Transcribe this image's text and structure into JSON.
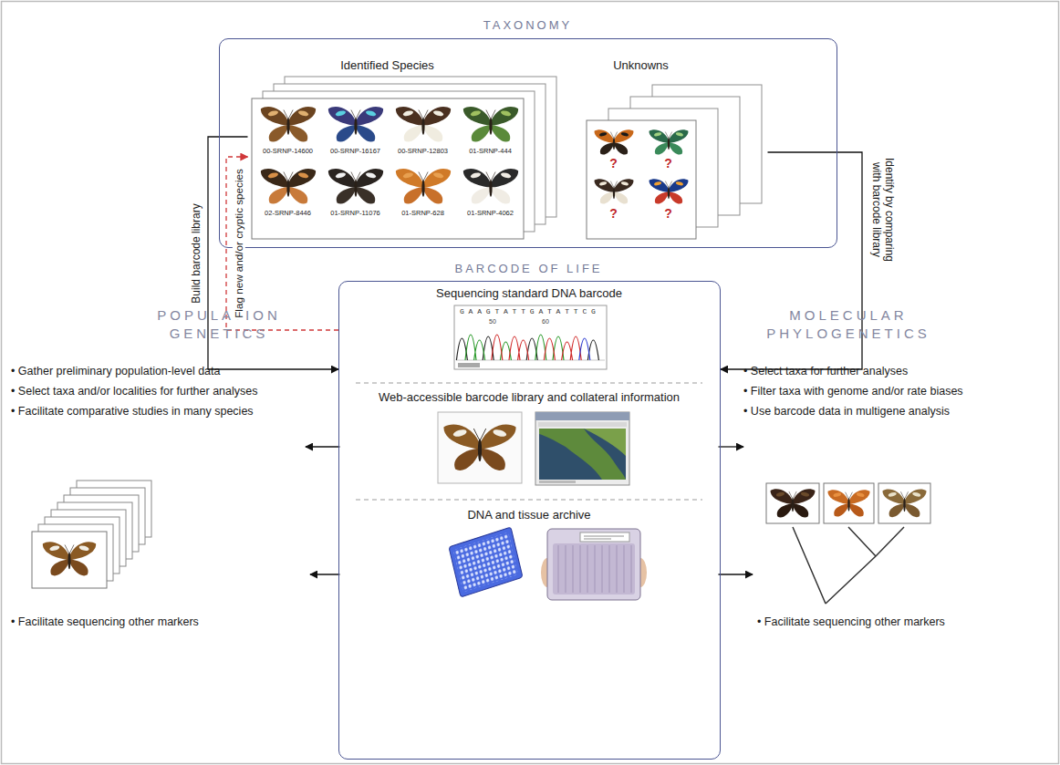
{
  "diagram": {
    "nodes": [
      {
        "text": [
          "TAXONOMY"
        ]
      },
      {
        "text": [
          "Identified Species",
          "00-SRNP-14600",
          "00-SRNP-16167",
          "00-SRNP-12803",
          "01-SRNP-444",
          "02-SRNP-8446",
          "01-SRNP-11076",
          "01-SRNP-628",
          "01-SRNP-4062"
        ],
        "in": 0
      },
      {
        "text": [
          "Unknowns",
          "?",
          "?",
          "?",
          "?"
        ],
        "in": 0
      },
      {
        "text": [
          "BARCODE OF LIFE"
        ]
      },
      {
        "text": [
          "Sequencing standard DNA barcode"
        ],
        "in": 3
      },
      {
        "text": [
          "Web-accessible barcode library and collateral information"
        ],
        "in": 3
      },
      {
        "text": [
          "DNA and tissue archive"
        ],
        "in": 3
      },
      {
        "text": [
          "POPULATION GENETICS",
          "• Gather preliminary population-level data",
          "• Select taxa and/or localities for further analyses",
          "• Facilitate comparative studies in many species"
        ]
      },
      {
        "text": [
          "• Facilitate sequencing other markers"
        ]
      },
      {
        "text": [
          "MOLECULAR PHYLOGENETICS",
          "• Select taxa for further analyses",
          "• Filter taxa with genome and/or rate biases",
          "• Use barcode data in multigene analysis"
        ]
      },
      {
        "text": [
          "• Facilitate sequencing other markers"
        ]
      }
    ],
    "edges": [
      {
        "from": 1,
        "to": 3,
        "arrow": "to",
        "label": "Build barcode library"
      },
      {
        "from": 3,
        "to": 1,
        "arrow": "to",
        "label": "Flag new and/or cryptic species"
      },
      {
        "from": 2,
        "to": 3,
        "arrow": "to",
        "label": "Identify by comparing with barcode library"
      },
      {
        "from": 5,
        "to": 7,
        "arrow": "to"
      },
      {
        "from": 5,
        "to": 9,
        "arrow": "to"
      },
      {
        "from": 6,
        "to": 8,
        "arrow": "to"
      },
      {
        "from": 6,
        "to": 10,
        "arrow": "to"
      }
    ],
    "labels": [
      "G A A G T A T T G A T A T T C G",
      "50",
      "60"
    ]
  }
}
